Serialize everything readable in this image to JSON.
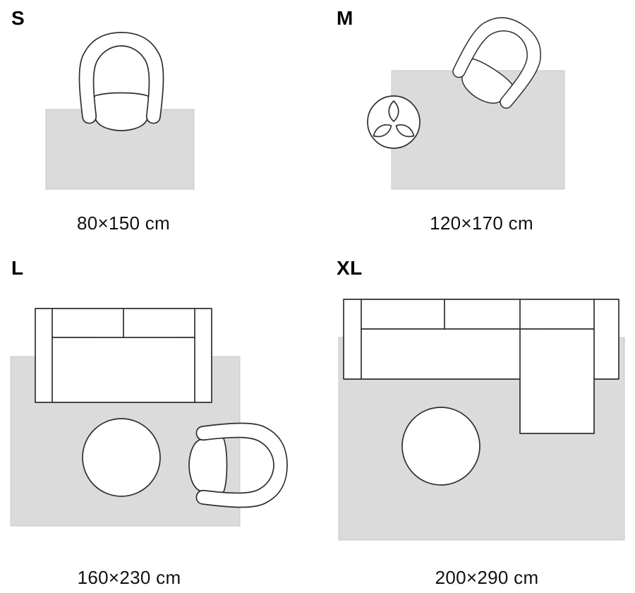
{
  "colors": {
    "background": "#ffffff",
    "rug_fill": "#dbdbdb",
    "rug_stroke": "#c8c8c8",
    "furniture_outline": "#2f2f2f",
    "text": "#111111"
  },
  "panels": [
    {
      "id": "S",
      "size_label": "S",
      "dimensions": "80×150 cm",
      "figures": [
        "armchair",
        "rug"
      ]
    },
    {
      "id": "M",
      "size_label": "M",
      "dimensions": "120×170 cm",
      "figures": [
        "armchair",
        "potted-plant",
        "rug"
      ]
    },
    {
      "id": "L",
      "size_label": "L",
      "dimensions": "160×230 cm",
      "figures": [
        "sofa",
        "round-pouf",
        "armchair",
        "rug"
      ]
    },
    {
      "id": "XL",
      "size_label": "XL",
      "dimensions": "200×290 cm",
      "figures": [
        "corner-sofa",
        "round-pouf",
        "rug"
      ]
    }
  ]
}
